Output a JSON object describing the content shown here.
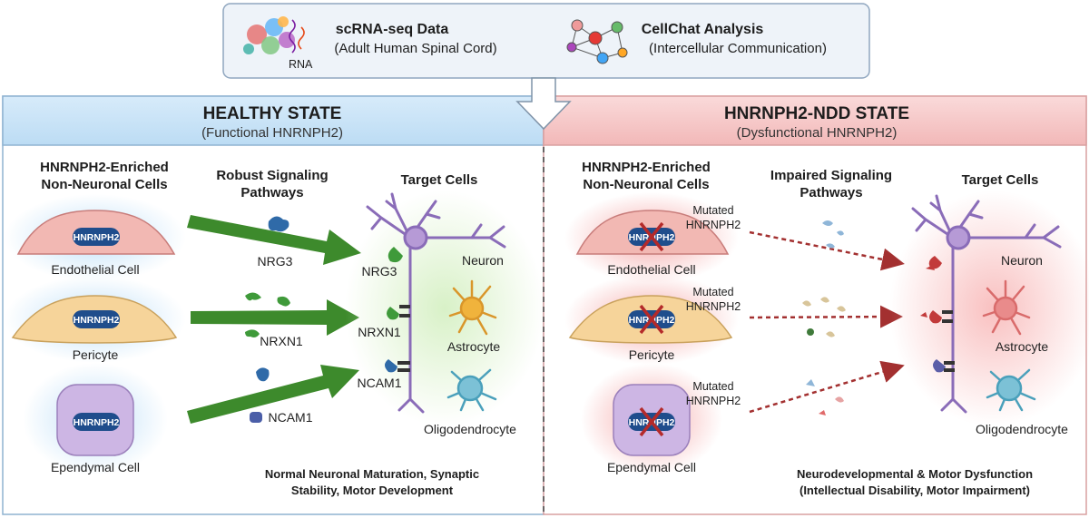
{
  "top": {
    "left_title": "scRNA-seq Data",
    "left_subtitle": "(Adult Human Spinal Cord)",
    "rna_label": "RNA",
    "right_title": "CellChat Analysis",
    "right_subtitle": "(Intercellular Communication)"
  },
  "healthy": {
    "title": "HEALTHY STATE",
    "subtitle": "(Functional HNRNPH2)",
    "source_header_1": "HNRNPH2-Enriched",
    "source_header_2": "Non-Neuronal Cells",
    "pathway_header_1": "Robust Signaling",
    "pathway_header_2": "Pathways",
    "target_header": "Target Cells",
    "cells": [
      "Endothelial Cell",
      "Pericyte",
      "Ependymal Cell"
    ],
    "ligands": [
      "NRG3",
      "NRXN1",
      "NCAM1"
    ],
    "receptors": [
      "NRG3",
      "NRXN1",
      "NCAM1"
    ],
    "targets": [
      "Neuron",
      "Astrocyte",
      "Oligodendrocyte"
    ],
    "footer_1": "Normal Neuronal Maturation, Synaptic",
    "footer_2": "Stability, Motor Development"
  },
  "disease": {
    "title": "HNRNPH2-NDD STATE",
    "subtitle": "(Dysfunctional HNRNPH2)",
    "source_header_1": "HNRNPH2-Enriched",
    "source_header_2": "Non-Neuronal Cells",
    "pathway_header_1": "Impaired Signaling",
    "pathway_header_2": "Pathways",
    "target_header": "Target Cells",
    "cells": [
      "Endothelial Cell",
      "Pericyte",
      "Ependymal Cell"
    ],
    "mutated_1": "Mutated",
    "mutated_2": "HNRNPH2",
    "targets": [
      "Neuron",
      "Astrocyte",
      "Oligodendrocyte"
    ],
    "footer_1": "Neurodevelopmental & Motor Dysfunction",
    "footer_2": "(Intellectual Disability, Motor Impairment)"
  },
  "nucleus_label": "HNRNPH2",
  "mutant_nucleus_label": "HNRNPH2",
  "colors": {
    "healthy_panel": "#cfe6f7",
    "disease_panel": "#f6c9c9",
    "arrow_green": "#3d8a2c",
    "arrow_red": "#a33030",
    "nucleus": "#1f4d8c",
    "endothelial": "#f2b8b3",
    "pericyte": "#f6d49a",
    "ependymal": "#cdb6e4",
    "neuron": "#b69ad6",
    "astrocyte": "#f0b33c",
    "oligodendrocyte": "#7cc1d6"
  }
}
